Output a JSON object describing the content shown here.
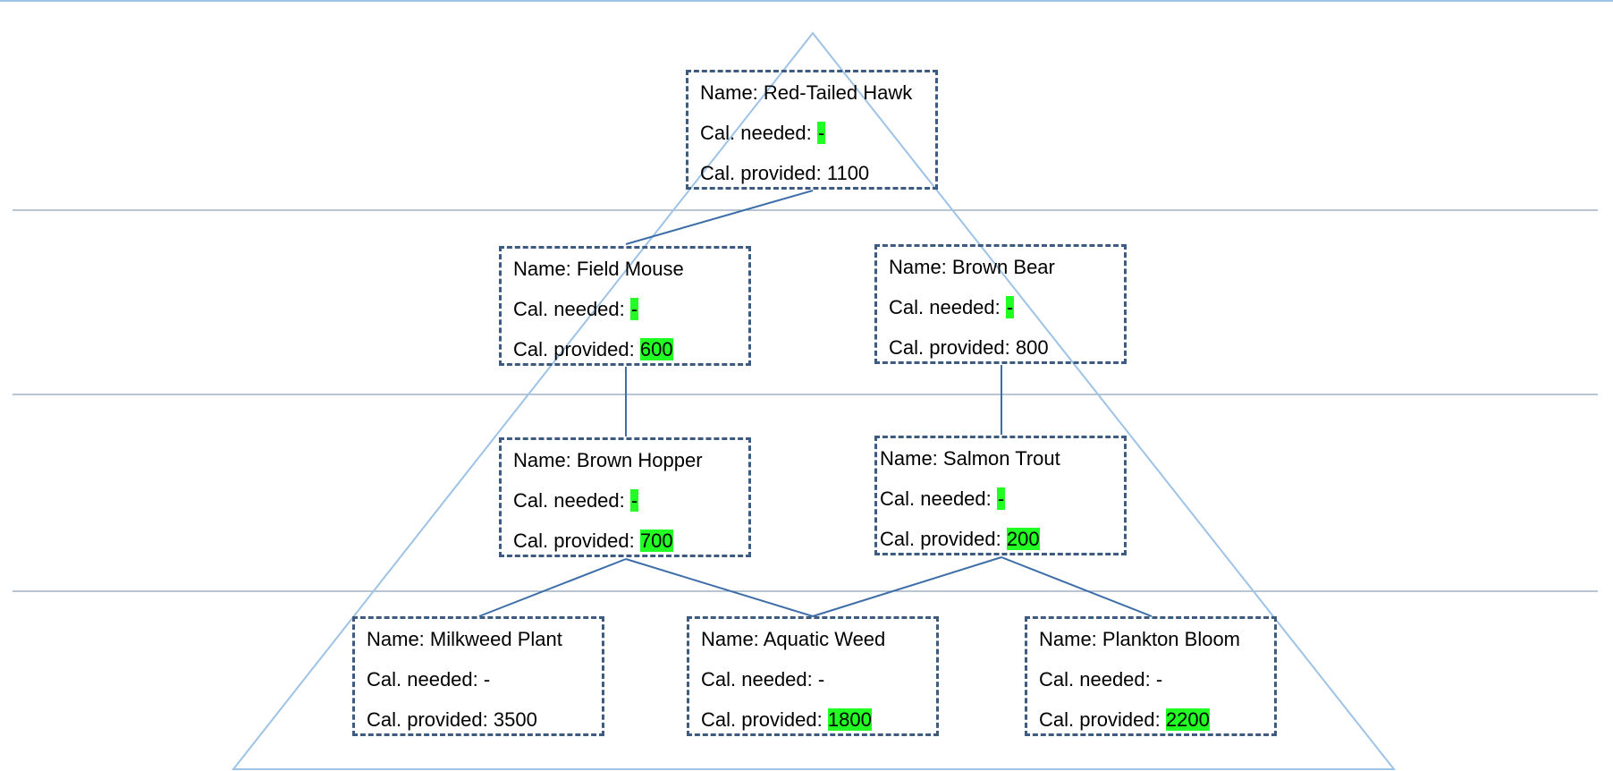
{
  "diagram": {
    "levels": [
      {
        "organisms": [
          {
            "name_prefix": "Name: ",
            "name": "Red-Tailed Hawk",
            "needed_prefix": "Cal. needed: ",
            "needed": "-",
            "needed_highlight": true,
            "provided_prefix": "Cal. provided: ",
            "provided": "1100",
            "provided_highlight": false
          }
        ]
      },
      {
        "organisms": [
          {
            "name_prefix": "Name: ",
            "name": "Field Mouse",
            "needed_prefix": "Cal. needed: ",
            "needed": "-",
            "needed_highlight": true,
            "provided_prefix": "Cal. provided: ",
            "provided": "600",
            "provided_highlight": true
          },
          {
            "name_prefix": "Name: ",
            "name": "Brown Bear",
            "needed_prefix": "Cal. needed: ",
            "needed": "-",
            "needed_highlight": true,
            "provided_prefix": "Cal. provided: ",
            "provided": "800",
            "provided_highlight": false
          }
        ]
      },
      {
        "organisms": [
          {
            "name_prefix": "Name: ",
            "name": "Brown Hopper",
            "needed_prefix": "Cal. needed: ",
            "needed": "-",
            "needed_highlight": true,
            "provided_prefix": "Cal. provided: ",
            "provided": "700",
            "provided_highlight": true
          },
          {
            "name_prefix": "Name: ",
            "name": "Salmon Trout",
            "needed_prefix": "Cal. needed: ",
            "needed": "-",
            "needed_highlight": true,
            "provided_prefix": "Cal. provided: ",
            "provided": "200",
            "provided_highlight": true
          }
        ]
      },
      {
        "organisms": [
          {
            "name_prefix": "Name: ",
            "name": "Milkweed Plant",
            "needed_prefix": "Cal. needed: ",
            "needed": "-",
            "needed_highlight": false,
            "provided_prefix": "Cal. provided: ",
            "provided": "3500",
            "provided_highlight": false
          },
          {
            "name_prefix": "Name: ",
            "name": "Aquatic Weed",
            "needed_prefix": "Cal. needed: ",
            "needed": "-",
            "needed_highlight": false,
            "provided_prefix": "Cal. provided: ",
            "provided": "1800",
            "provided_highlight": true
          },
          {
            "name_prefix": "Name: ",
            "name": "Plankton Bloom",
            "needed_prefix": "Cal. needed: ",
            "needed": "-",
            "needed_highlight": false,
            "provided_prefix": "Cal. provided: ",
            "provided": "2200",
            "provided_highlight": true
          }
        ]
      }
    ],
    "colors": {
      "highlight": "#22ff22",
      "box_border": "#3d5a80",
      "connector": "#3e6ea8",
      "pyramid": "#9ec3e6",
      "level_divider": "#8fa2b8"
    }
  }
}
